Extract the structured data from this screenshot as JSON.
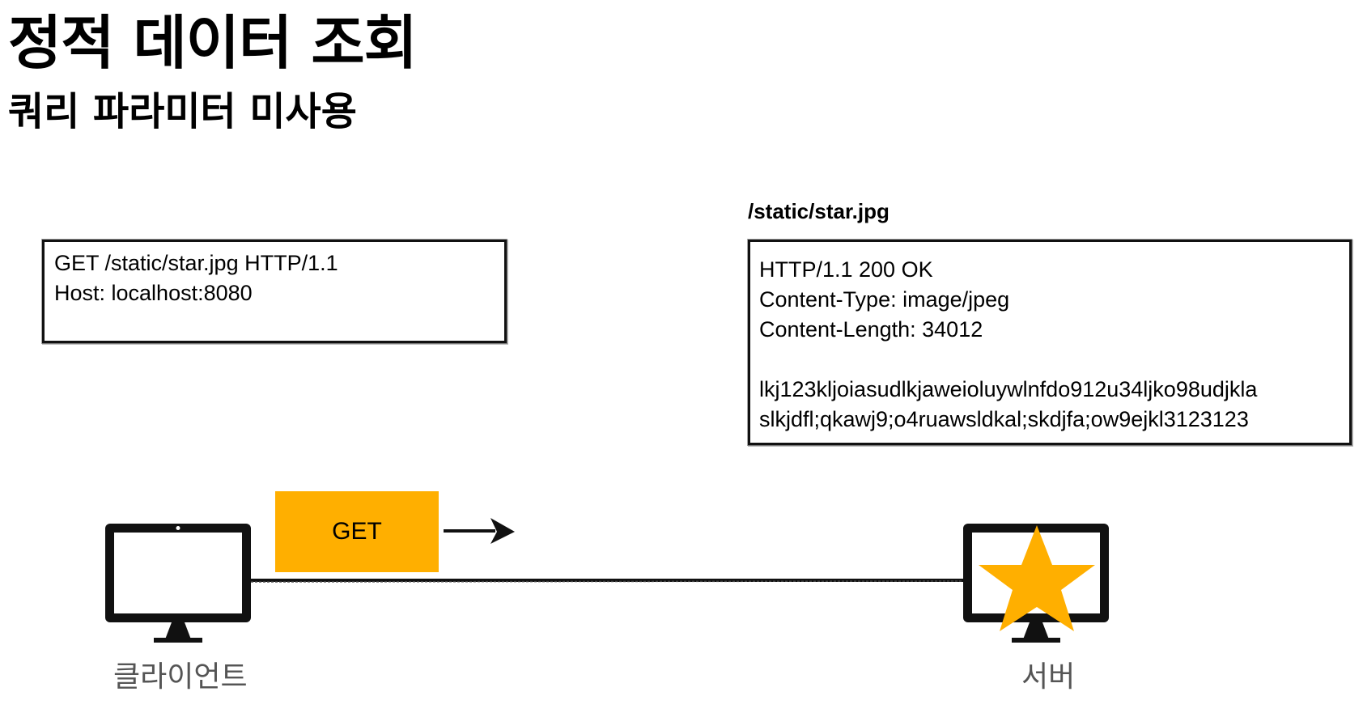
{
  "title": "정적 데이터 조회",
  "subtitle": "쿼리 파라미터 미사용",
  "request": {
    "lines": [
      "GET /static/star.jpg HTTP/1.1",
      "Host: localhost:8080"
    ]
  },
  "response": {
    "path_label": "/static/star.jpg",
    "lines": [
      "HTTP/1.1 200 OK",
      "Content-Type: image/jpeg",
      "Content-Length: 34012",
      "",
      "lkj123kljoiasudlkjaweioluywlnfdo912u34ljko98udjkla",
      "slkjdfl;qkawj9;o4ruawsldkal;skdjfa;ow9ejkl3123123"
    ]
  },
  "method_badge": "GET",
  "client": {
    "label": "클라이언트",
    "icon": "monitor-icon"
  },
  "server": {
    "label": "서버",
    "icon": "monitor-icon",
    "content_icon": "star-icon"
  },
  "colors": {
    "accent": "#FFAF00",
    "star": "#FFAF00",
    "label_gray": "#555555"
  }
}
